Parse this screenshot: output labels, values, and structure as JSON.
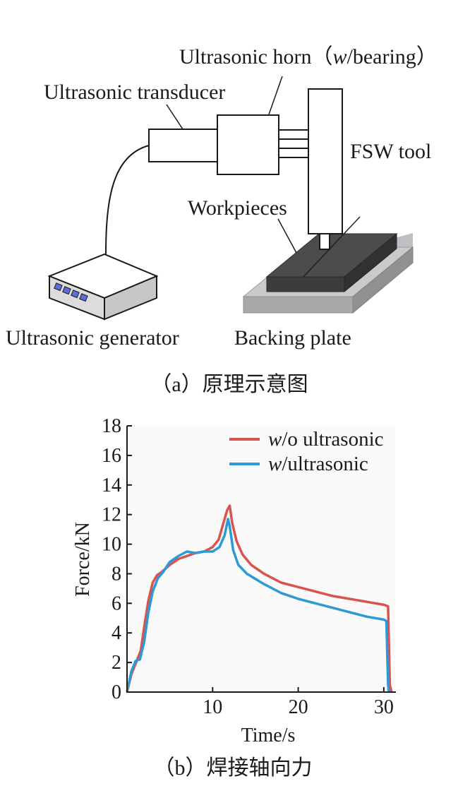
{
  "diagram": {
    "label_horn_prefix": "Ultrasonic horn（",
    "label_horn_italic": "w",
    "label_horn_suffix": "/bearing）",
    "label_transducer": "Ultrasonic transducer",
    "label_fsw_tool": "FSW  tool",
    "label_workpieces": "Workpieces",
    "label_generator": "Ultrasonic generator",
    "label_backing_plate": "Backing plate",
    "caption": "（a）原理示意图"
  },
  "chart_data": {
    "type": "line",
    "title": "",
    "xlabel": "Time/s",
    "ylabel": "Force/kN",
    "xlim": [
      0,
      31
    ],
    "ylim": [
      0,
      18
    ],
    "xticks": [
      10,
      20,
      30
    ],
    "yticks": [
      0,
      2,
      4,
      6,
      8,
      10,
      12,
      14,
      16,
      18
    ],
    "grid": false,
    "legend_position": "top-right",
    "series": [
      {
        "name_italic": "w",
        "name_rest": "/o ultrasonic",
        "color": "#d9534f",
        "points": [
          [
            0,
            0
          ],
          [
            0.5,
            1.2
          ],
          [
            1,
            1.9
          ],
          [
            1.6,
            2.8
          ],
          [
            2,
            4.4
          ],
          [
            2.5,
            6.2
          ],
          [
            3,
            7.4
          ],
          [
            3.5,
            7.9
          ],
          [
            4,
            8.1
          ],
          [
            5,
            8.6
          ],
          [
            6,
            9.0
          ],
          [
            7,
            9.2
          ],
          [
            8,
            9.4
          ],
          [
            9,
            9.5
          ],
          [
            10,
            9.8
          ],
          [
            10.7,
            10.3
          ],
          [
            11.2,
            11.3
          ],
          [
            11.7,
            12.3
          ],
          [
            12,
            12.6
          ],
          [
            12.3,
            11.4
          ],
          [
            12.8,
            10.2
          ],
          [
            13.5,
            9.3
          ],
          [
            14.5,
            8.6
          ],
          [
            16,
            8.0
          ],
          [
            18,
            7.4
          ],
          [
            20,
            7.1
          ],
          [
            22,
            6.8
          ],
          [
            24,
            6.5
          ],
          [
            26,
            6.3
          ],
          [
            28,
            6.1
          ],
          [
            30,
            5.9
          ],
          [
            30.5,
            5.8
          ],
          [
            30.7,
            0.5
          ],
          [
            30.9,
            0
          ]
        ]
      },
      {
        "name_italic": "w",
        "name_rest": "/ultrasonic",
        "color": "#2b9ad6",
        "points": [
          [
            0,
            0
          ],
          [
            0.5,
            1.4
          ],
          [
            1,
            2.1
          ],
          [
            1.5,
            2.2
          ],
          [
            2,
            3.4
          ],
          [
            2.5,
            5.4
          ],
          [
            3,
            6.8
          ],
          [
            3.6,
            7.7
          ],
          [
            4.2,
            8.1
          ],
          [
            5,
            8.8
          ],
          [
            6,
            9.2
          ],
          [
            7,
            9.5
          ],
          [
            8,
            9.4
          ],
          [
            9,
            9.5
          ],
          [
            10,
            9.5
          ],
          [
            10.8,
            9.8
          ],
          [
            11.4,
            10.6
          ],
          [
            11.8,
            11.7
          ],
          [
            12,
            11.2
          ],
          [
            12.4,
            9.6
          ],
          [
            13,
            8.6
          ],
          [
            14,
            8.0
          ],
          [
            16,
            7.3
          ],
          [
            18,
            6.7
          ],
          [
            20,
            6.3
          ],
          [
            22,
            6.0
          ],
          [
            24,
            5.7
          ],
          [
            26,
            5.4
          ],
          [
            28,
            5.1
          ],
          [
            30,
            4.9
          ],
          [
            30.3,
            4.8
          ],
          [
            30.5,
            0.5
          ],
          [
            30.6,
            0
          ]
        ]
      }
    ],
    "caption": "（b）焊接轴向力"
  }
}
